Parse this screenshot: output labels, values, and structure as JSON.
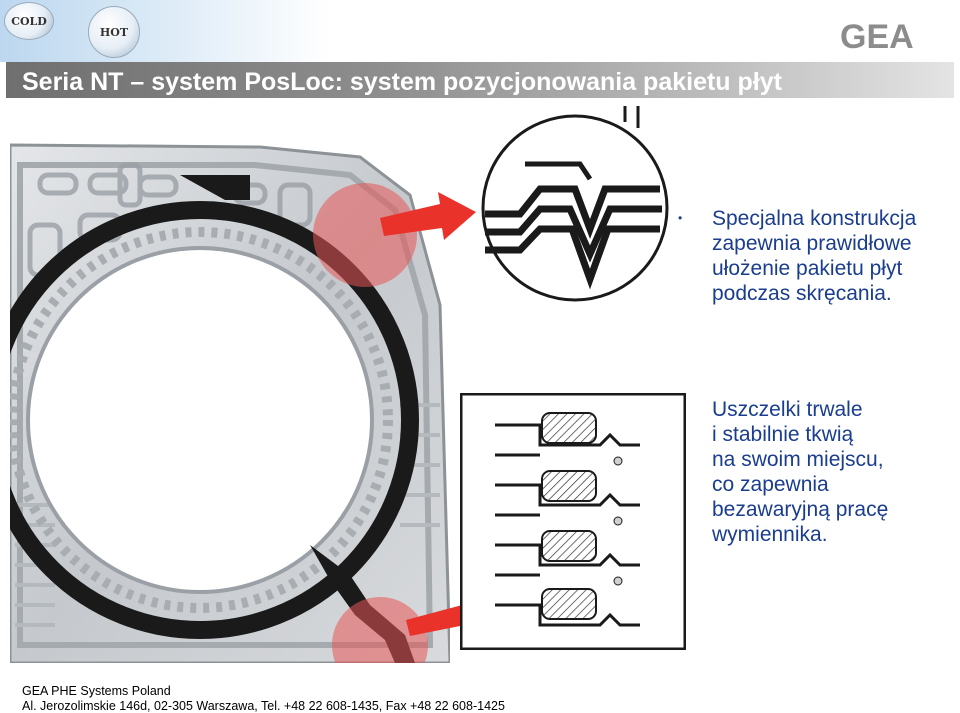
{
  "header": {
    "knob_cold": "COLD",
    "knob_hot": "HOT",
    "logo_text": "GEA",
    "title": "Seria NT – system PosLoc: system pozycjonowania pakietu płyt"
  },
  "bullets": [
    {
      "lines": [
        "Specjalna konstrukcja",
        "zapewnia prawidłowe",
        "ułożenie pakietu płyt",
        "podczas skręcania."
      ]
    },
    {
      "lines": [
        "Uszczelki trwale",
        "i stabilnie tkwią",
        "na swoim miejscu,",
        "co zapewnia",
        "bezawaryjną pracę",
        "wymiennika."
      ]
    }
  ],
  "footer": {
    "company": "GEA PHE Systems Poland",
    "address": "Al. Jerozolimskie 146d, 02-305 Warszawa, Tel. +48 22 608-1435, Fax +48 22 608-1425"
  },
  "colors": {
    "title_bar": "#8e8e8e",
    "bullet_text": "#1a3d8f",
    "arrow": "#e8322a",
    "highlight": "#e85555",
    "gasket": "#1a1a1a"
  }
}
